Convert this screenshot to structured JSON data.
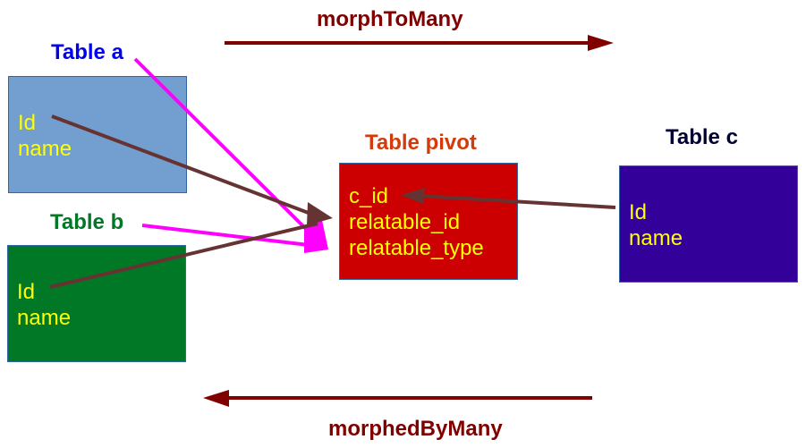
{
  "relations": {
    "top": {
      "label": "morphToMany",
      "color": "#800000",
      "direction": "right"
    },
    "bottom": {
      "label": "morphedByMany",
      "color": "#800000",
      "direction": "left"
    }
  },
  "tables": {
    "a": {
      "title": "Table a",
      "title_color": "#0000ee",
      "fill": "#729fcf",
      "fields": [
        "Id",
        "name"
      ]
    },
    "b": {
      "title": "Table b",
      "title_color": "#007826",
      "fill": "#007826",
      "fields": [
        "Id",
        "name"
      ]
    },
    "pivot": {
      "title": "Table pivot",
      "title_color": "#d43a0a",
      "fill": "#cc0000",
      "fields": [
        "c_id",
        "relatable_id",
        "relatable_type"
      ]
    },
    "c": {
      "title": "Table c",
      "title_color": "#000033",
      "fill": "#330099",
      "fields": [
        "Id",
        "name"
      ]
    }
  },
  "connectors": {
    "field_link_color": "#663333",
    "table_link_color": "#ff00ff",
    "links": [
      {
        "from": "a.Id",
        "to": "pivot",
        "kind": "field"
      },
      {
        "from": "b.Id",
        "to": "pivot",
        "kind": "field"
      },
      {
        "from": "c.Id",
        "to": "pivot.c_id",
        "kind": "field"
      },
      {
        "from": "a.title",
        "to": "pivot",
        "kind": "table"
      },
      {
        "from": "b.title",
        "to": "pivot",
        "kind": "table"
      }
    ]
  }
}
